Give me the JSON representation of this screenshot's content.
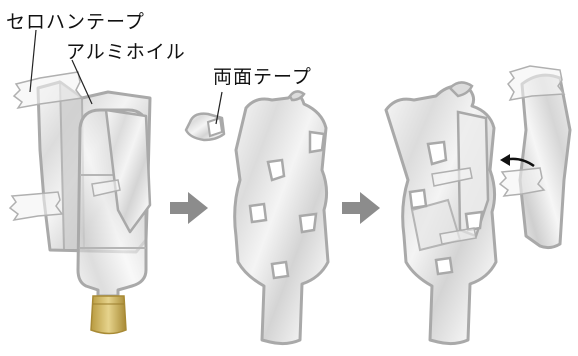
{
  "labels": {
    "cellophane_tape": "セロハンテープ",
    "aluminum_foil": "アルミホイル",
    "double_sided_tape": "両面テープ"
  },
  "colors": {
    "outline": "#a9a9a9",
    "foil_light": "#f2f2f2",
    "foil_mid": "#d9d9d9",
    "foil_dark": "#bdbdbd",
    "arrow_gray": "#8c8c8c",
    "cap_gold": "#c9b15a",
    "text": "#111111"
  },
  "steps": [
    {
      "name": "wrap-bottle-in-foil"
    },
    {
      "name": "attach-double-sided-tape"
    },
    {
      "name": "apply-foil-sheet"
    }
  ]
}
